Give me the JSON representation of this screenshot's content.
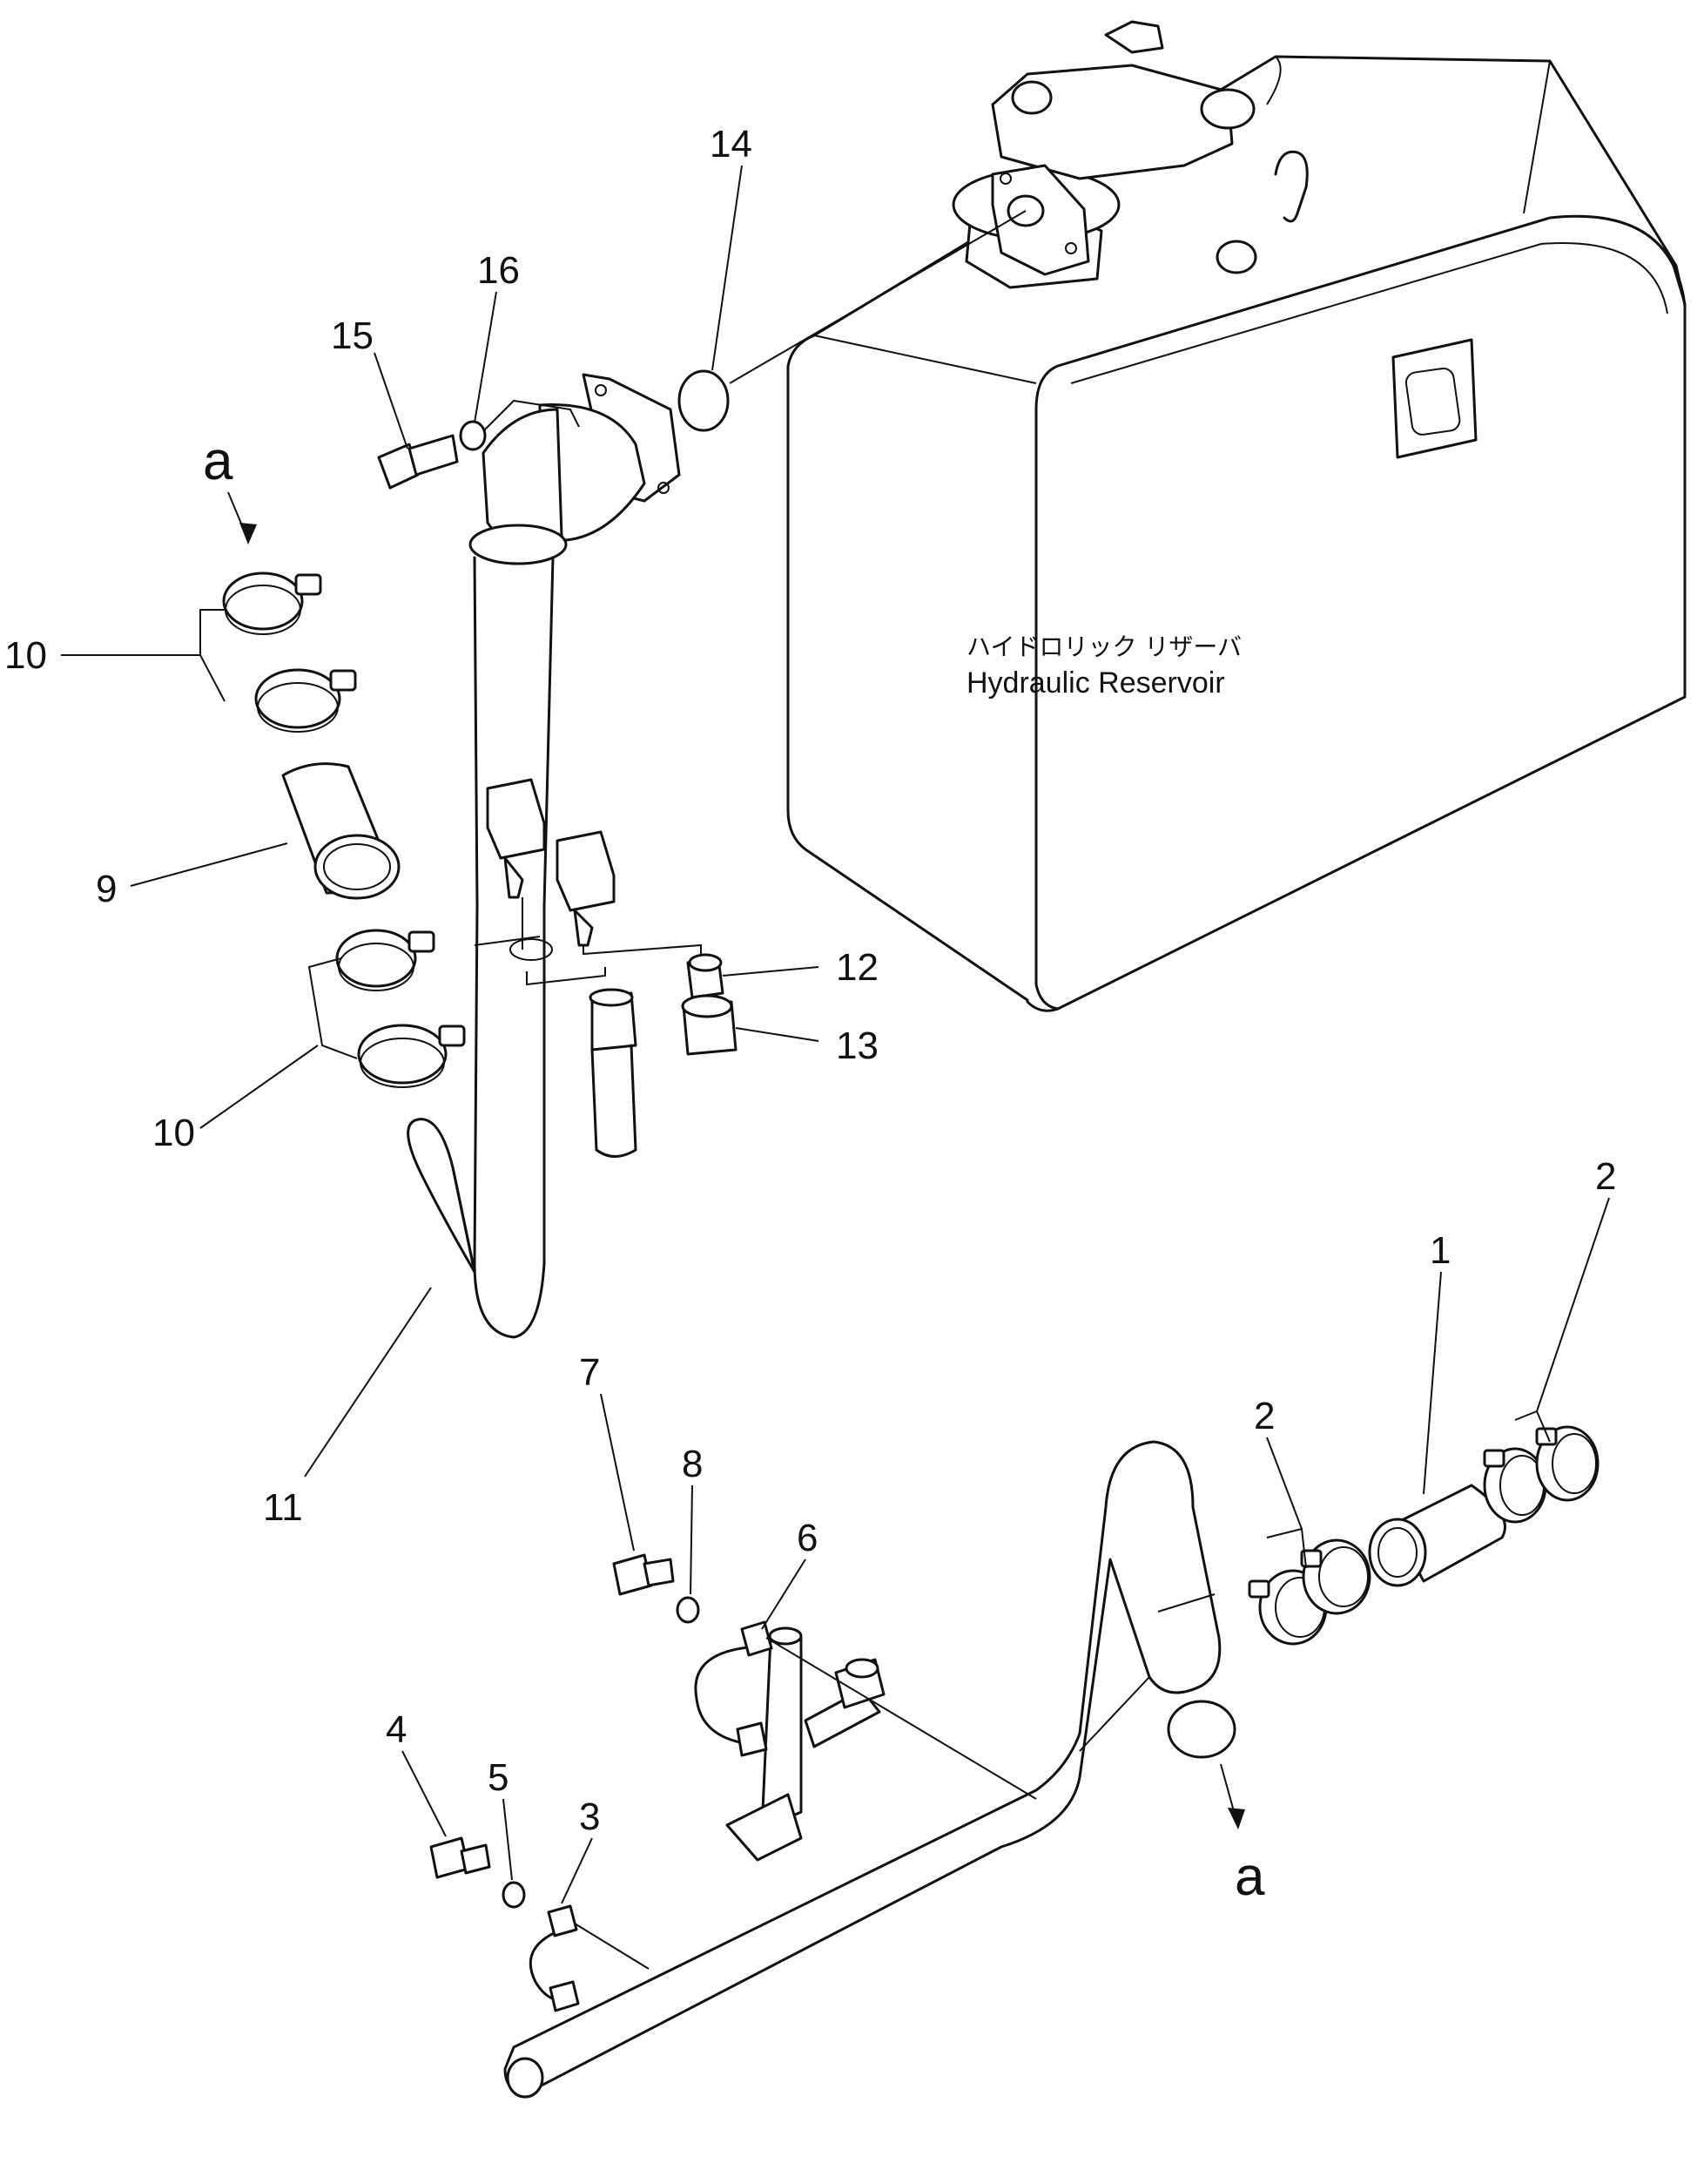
{
  "reservoir": {
    "name_jp": "ハイドロリック リザーバ",
    "name_en": "Hydraulic Reservoir"
  },
  "callouts": {
    "p1": "1",
    "p2_left": "2",
    "p2_right": "2",
    "p3": "3",
    "p4": "4",
    "p5": "5",
    "p6": "6",
    "p7": "7",
    "p8": "8",
    "p9": "9",
    "p10_upper": "10",
    "p10_lower": "10",
    "p11": "11",
    "p12": "12",
    "p13": "13",
    "p14": "14",
    "p15": "15",
    "p16": "16",
    "a_top": "a",
    "a_bottom": "a"
  }
}
